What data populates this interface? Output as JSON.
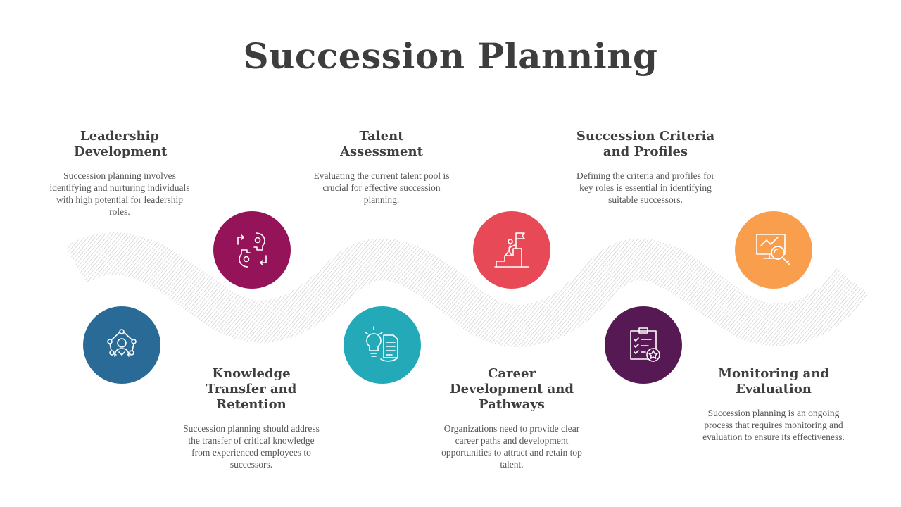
{
  "title": "Succession Planning",
  "colors": {
    "navy": "#2a6a96",
    "plum": "#951358",
    "teal": "#23a9b8",
    "coral": "#e84956",
    "purple": "#561954",
    "orange": "#f99e4d",
    "wave_lines": "#c6c6c6"
  },
  "steps": [
    {
      "heading": "Leadership Development",
      "text": "Succession planning involves identifying and nurturing individuals with high potential for leadership roles.",
      "icon": "team-network-icon"
    },
    {
      "heading": "Knowledge Transfer and Retention",
      "text": "Succession planning should address the transfer of critical knowledge from experienced employees to successors.",
      "icon": "knowledge-exchange-icon"
    },
    {
      "heading": "Talent Assessment",
      "text": "Evaluating the current talent pool is crucial for effective succession planning.",
      "icon": "idea-assessment-icon"
    },
    {
      "heading": "Career Development and Pathways",
      "text": "Organizations need to provide clear career paths and development opportunities to attract and retain top talent.",
      "icon": "career-steps-flag-icon"
    },
    {
      "heading": "Succession Criteria and Profiles",
      "text": "Defining the criteria and profiles for key roles is essential in identifying suitable successors.",
      "icon": "checklist-star-icon"
    },
    {
      "heading": "Monitoring and Evaluation",
      "text": "Succession planning is an ongoing process that requires monitoring and evaluation to ensure its effectiveness.",
      "icon": "monitor-magnifier-icon"
    }
  ]
}
